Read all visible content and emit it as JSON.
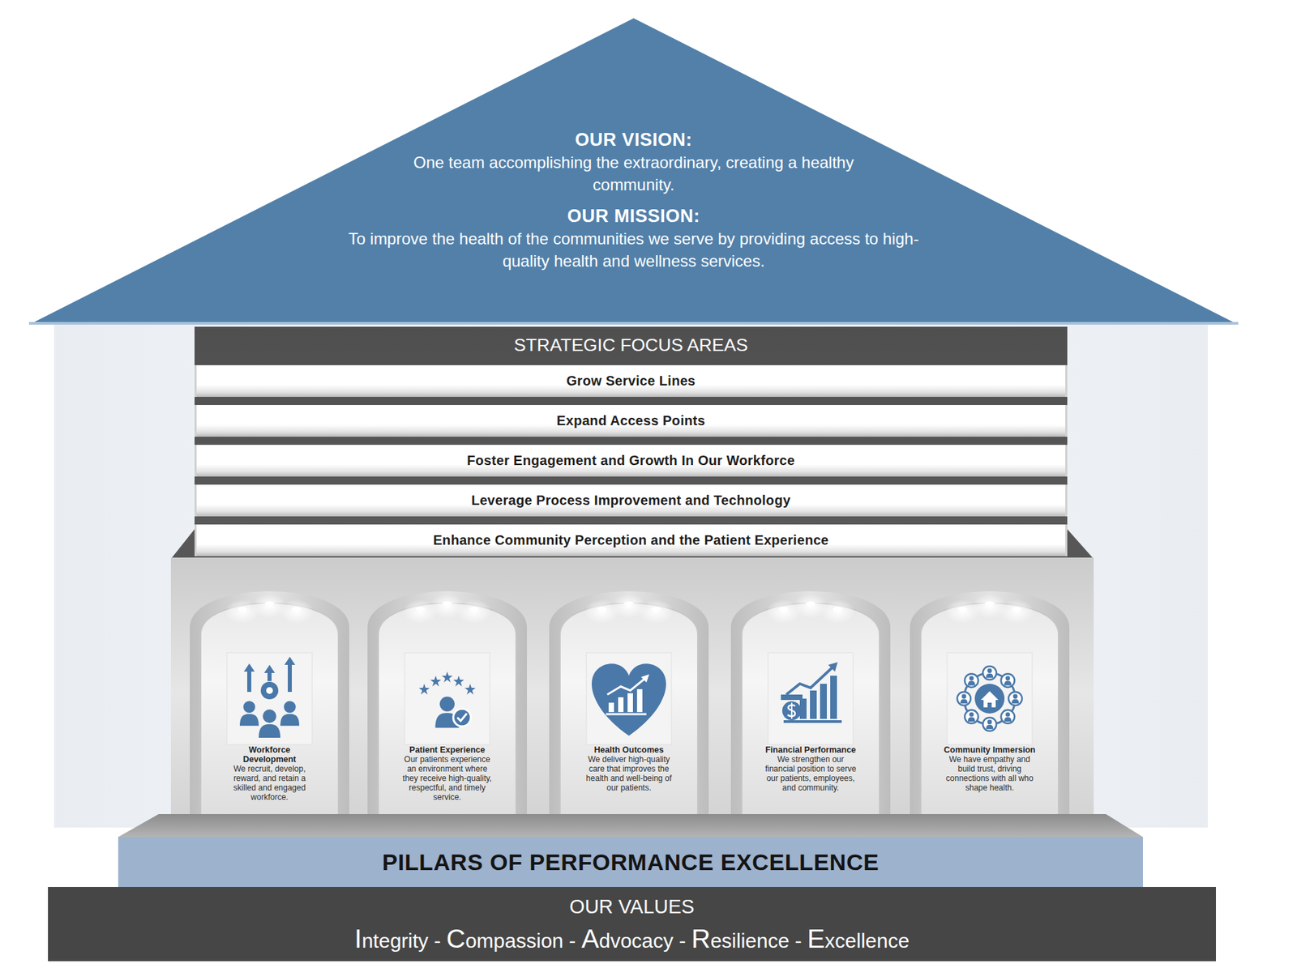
{
  "diagram": {
    "nodes": [
      {
        "text": [
          "OUR VISION:",
          "One team accomplishing the extraordinary, creating a healthy community.",
          "OUR MISSION:",
          "To improve the health of the communities we serve by providing access to high-quality health and wellness services."
        ]
      },
      {
        "text": [
          "STRATEGIC FOCUS AREAS"
        ]
      },
      {
        "text": [
          "Grow Service Lines"
        ],
        "in": 1
      },
      {
        "text": [
          "Expand Access Points"
        ],
        "in": 1
      },
      {
        "text": [
          "Foster Engagement and Growth In Our Workforce"
        ],
        "in": 1
      },
      {
        "text": [
          "Leverage Process Improvement and Technology"
        ],
        "in": 1
      },
      {
        "text": [
          "Enhance Community Perception and the Patient Experience"
        ],
        "in": 1
      },
      {
        "text": [
          "Workforce Development",
          "We recruit, develop, reward, and retain a skilled and engaged workforce."
        ]
      },
      {
        "text": [
          "Patient Experience",
          "Our patients experience an environment where they receive high-quality, respectful, and timely service."
        ]
      },
      {
        "text": [
          "Health Outcomes",
          "We deliver high-quality care that improves the health and well-being of our patients."
        ]
      },
      {
        "text": [
          "Financial Performance",
          "We strengthen our financial position to serve our patients, employees, and community."
        ]
      },
      {
        "text": [
          "Community Immersion",
          "We have empathy and build trust, driving connections with all who shape health."
        ]
      },
      {
        "text": [
          "PILLARS OF PERFORMANCE EXCELLENCE"
        ]
      },
      {
        "text": [
          "OUR VALUES",
          "Integrity - Compassion - Advocacy - Resilience - Excellence"
        ]
      }
    ]
  }
}
